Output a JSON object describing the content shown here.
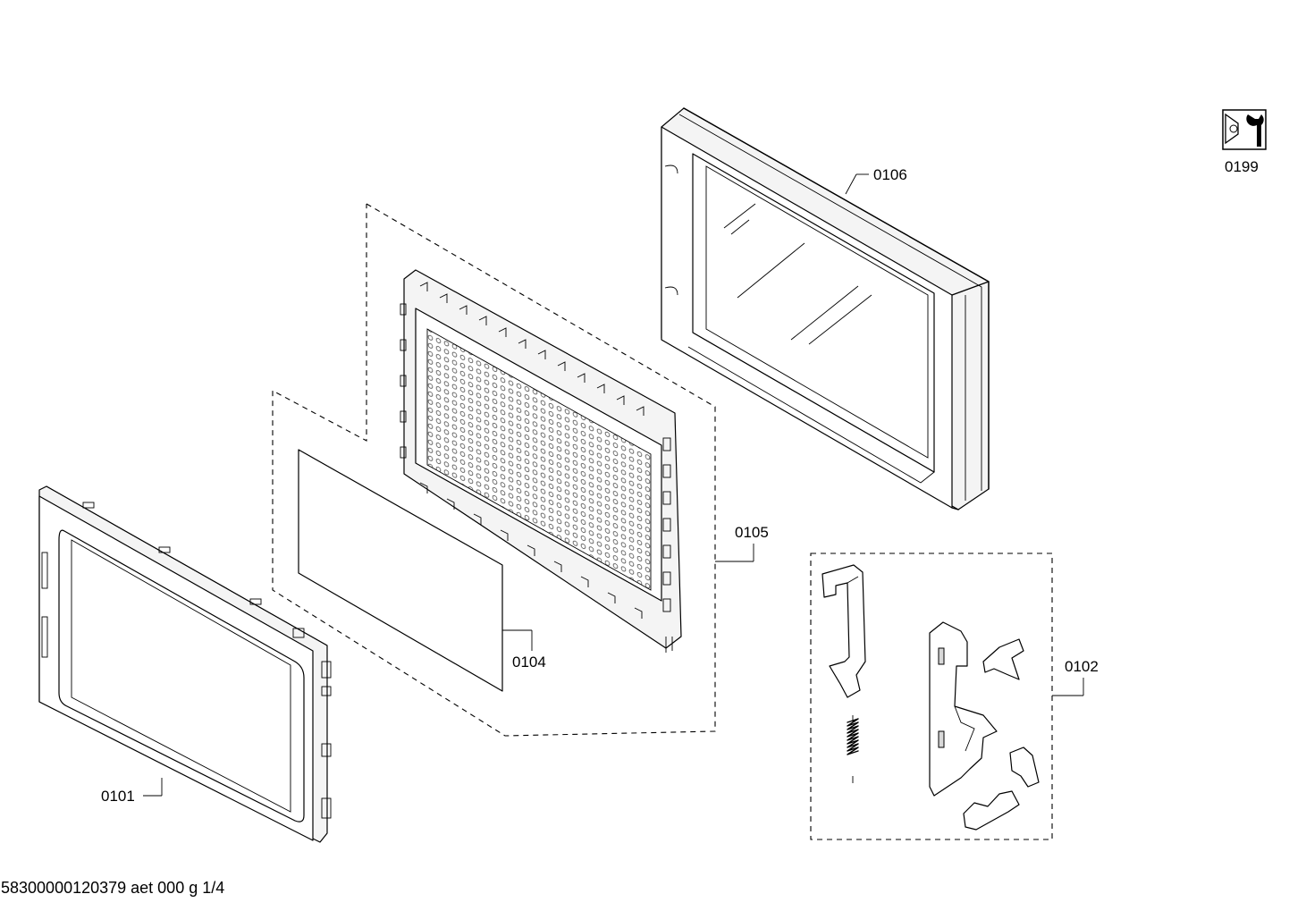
{
  "diagram": {
    "labels": {
      "part_0101": "0101",
      "part_0102": "0102",
      "part_0104": "0104",
      "part_0105": "0105",
      "part_0106": "0106",
      "part_0199": "0199"
    },
    "footer": "58300000120379 aet 000 g 1/4",
    "icons": {
      "service": "service-wrench-icon"
    }
  }
}
